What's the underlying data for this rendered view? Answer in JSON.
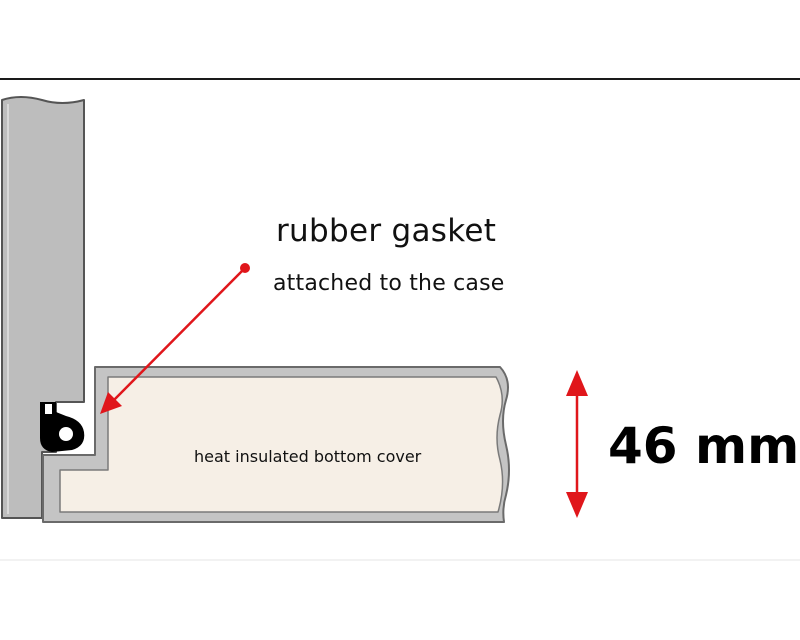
{
  "labels": {
    "gasket_title": "rubber gasket",
    "gasket_subtitle": "attached to the case",
    "cover": "heat insulated bottom cover",
    "dimension": "46 mm"
  },
  "colors": {
    "frame_line": "#1a1a1a",
    "case_fill": "#bdbdbd",
    "case_stroke": "#555555",
    "cover_shell": "#c4c4c4",
    "cover_insulation": "#f6efe6",
    "gasket": "#000000",
    "pointer": "#e0161b"
  },
  "icons": {
    "pointer": "arrow-icon",
    "dimension": "double-headed-arrow-icon"
  }
}
